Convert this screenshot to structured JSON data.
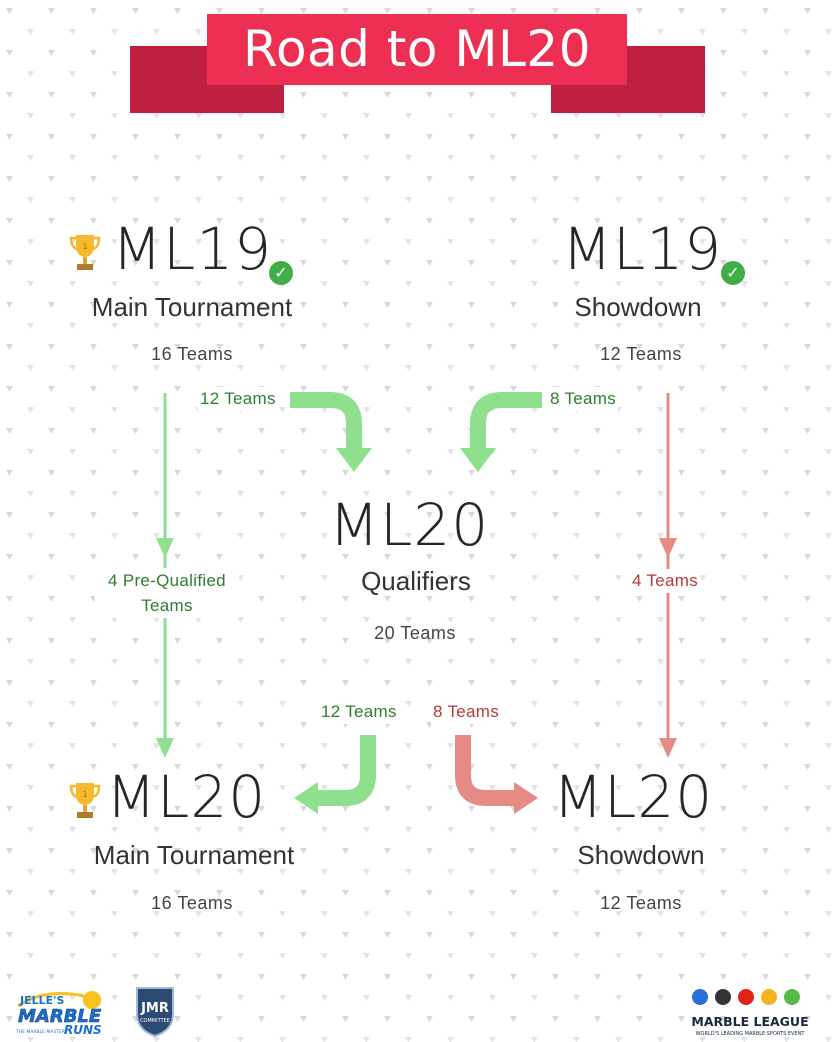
{
  "banner": {
    "title": "Road to ML20"
  },
  "nodes": {
    "ml19_main": {
      "title": "ML19",
      "subtitle": "Main Tournament",
      "teams": "16 Teams",
      "completed": true,
      "icon": "trophy-icon"
    },
    "ml19_showdown": {
      "title": "ML19",
      "subtitle": "Showdown",
      "teams": "12 Teams",
      "completed": true
    },
    "ml20_qualifiers": {
      "title": "ML20",
      "subtitle": "Qualifiers",
      "teams": "20 Teams"
    },
    "ml20_main": {
      "title": "ML20",
      "subtitle": "Main Tournament",
      "teams": "16 Teams",
      "icon": "trophy-icon"
    },
    "ml20_showdown": {
      "title": "ML20",
      "subtitle": "Showdown",
      "teams": "12 Teams"
    }
  },
  "flows": {
    "main_to_qualifiers": "12 Teams",
    "showdown_to_qualifiers": "8 Teams",
    "main19_to_main20_line1": "4 Pre-Qualified",
    "main19_to_main20_line2": "Teams",
    "showdown19_to_showdown20": "4 Teams",
    "qualifiers_to_main20": "12 Teams",
    "qualifiers_to_showdown20": "8 Teams"
  },
  "colors": {
    "banner": "#ec2f52",
    "banner_dark": "#c0203f",
    "arrow_green": "#8ee08f",
    "arrow_red": "#e68a86",
    "check": "#3fae49"
  },
  "logos": {
    "left_1": {
      "line1": "JELLE'S",
      "line2": "MARBLE",
      "line3": "RUNS",
      "tagline": "THE MARBLE MASTER"
    },
    "left_2": {
      "text": "JMR",
      "sub": "COMMITTEE"
    },
    "right": {
      "name": "MARBLE LEAGUE",
      "tagline": "WORLD'S LEADING MARBLE SPORTS EVENT"
    }
  }
}
